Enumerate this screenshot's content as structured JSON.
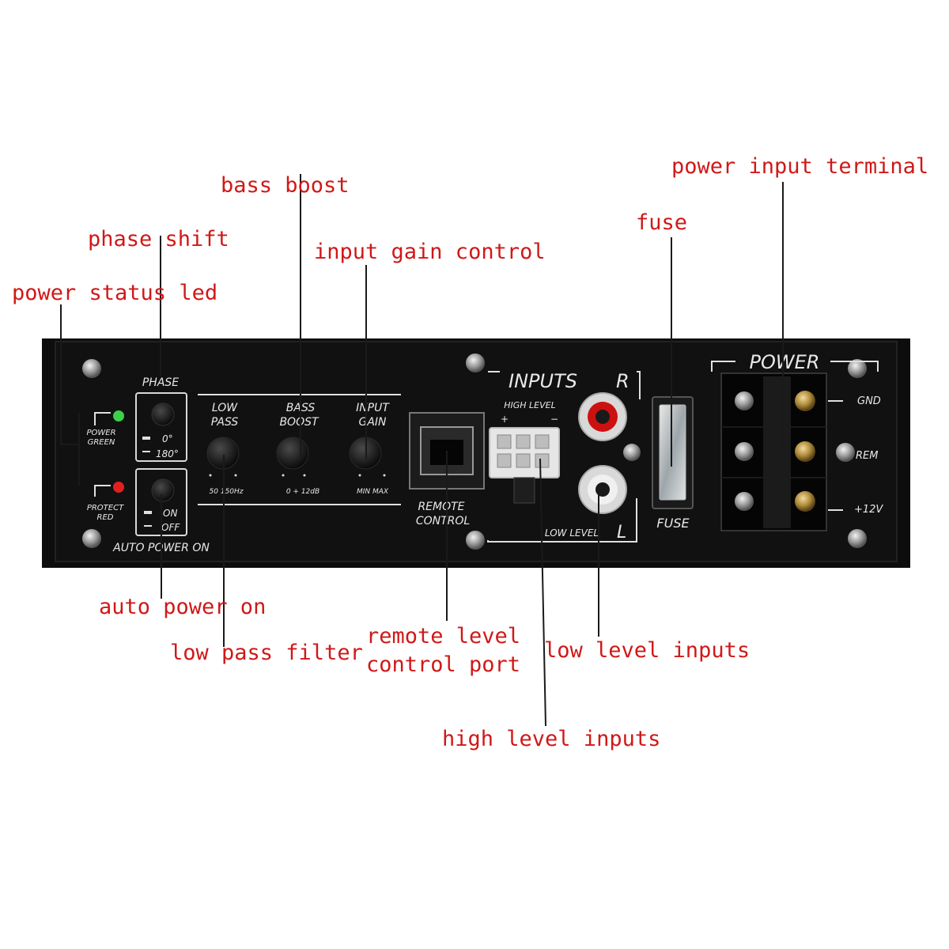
{
  "callouts": {
    "power_input_terminal": "power input terminal",
    "bass_boost": "bass boost",
    "fuse": "fuse",
    "phase_shift": "phase shift",
    "input_gain_control": "input gain control",
    "power_status_led": "power status led",
    "auto_power_on": "auto power on",
    "low_pass_filter": "low pass filter",
    "remote_level_control_port_line1": "remote level",
    "remote_level_control_port_line2": "control port",
    "low_level_inputs": "low level inputs",
    "high_level_inputs": "high level inputs"
  },
  "panel": {
    "phase": "PHASE",
    "phase_0": "0°",
    "phase_180": "180°",
    "power_green_1": "POWER",
    "power_green_2": "GREEN",
    "protect_red_1": "PROTECT",
    "protect_red_2": "RED",
    "auto_on": "ON",
    "auto_off": "OFF",
    "auto_power_on": "AUTO POWER ON",
    "low_pass_1": "LOW",
    "low_pass_2": "PASS",
    "low_pass_range": "50  150Hz",
    "bass_boost_1": "BASS",
    "bass_boost_2": "BOOST",
    "bass_boost_range": "0  + 12dB",
    "input_gain_1": "INPUT",
    "input_gain_2": "GAIN",
    "input_gain_range": "MIN  MAX",
    "remote_1": "REMOTE",
    "remote_2": "CONTROL",
    "inputs": "INPUTS",
    "inputs_r": "R",
    "inputs_l": "L",
    "high_level": "HIGH LEVEL",
    "high_plus": "+",
    "high_minus": "−",
    "low_level": "LOW LEVEL",
    "fuse": "FUSE",
    "power": "POWER",
    "gnd": "GND",
    "rem": "REM",
    "plus12v": "+12V"
  },
  "colors": {
    "callout_text": "#d01818",
    "panel_bg": "#0d0d0d",
    "rca_red": "#cc1111",
    "led_green": "#3bd14a",
    "led_red": "#e02020"
  }
}
